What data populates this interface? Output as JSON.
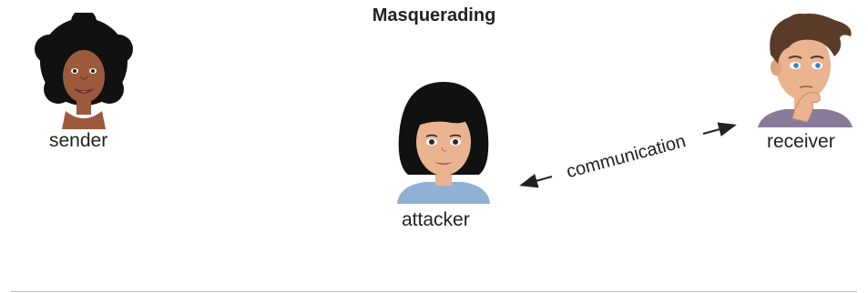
{
  "diagram": {
    "title": "Masquerading",
    "actors": {
      "sender": {
        "label": "sender",
        "icon": "woman-curly-hair-avatar"
      },
      "attacker": {
        "label": "attacker",
        "icon": "woman-bob-hair-avatar"
      },
      "receiver": {
        "label": "receiver",
        "icon": "man-thinking-avatar"
      }
    },
    "edge": {
      "label": "communication",
      "from": "attacker",
      "to": "receiver",
      "bidirectional": true
    }
  },
  "colors": {
    "skin": "#e9b48f",
    "skin_dark": "#9c5a3c",
    "hair_black": "#111111",
    "hair_brown": "#5a3a28",
    "shirt_blue": "#8fb2d4",
    "shirt_purple": "#8a7a9a",
    "arrow": "#222222"
  }
}
